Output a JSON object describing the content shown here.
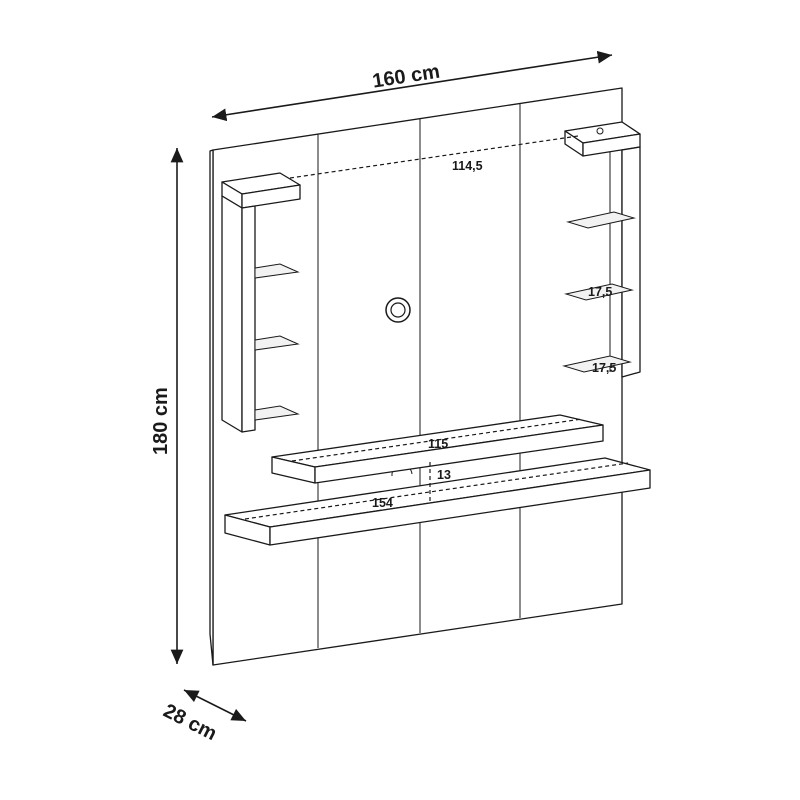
{
  "dimensions": {
    "width": "160 cm",
    "height": "180 cm",
    "depth": "28 cm"
  },
  "internal_measures": {
    "top_span": "114,5",
    "right_shelf_upper": "17,5",
    "right_shelf_lower": "17,5",
    "upper_shelf_length": "115",
    "shelf_gap": "13",
    "lower_shelf_length": "154"
  }
}
